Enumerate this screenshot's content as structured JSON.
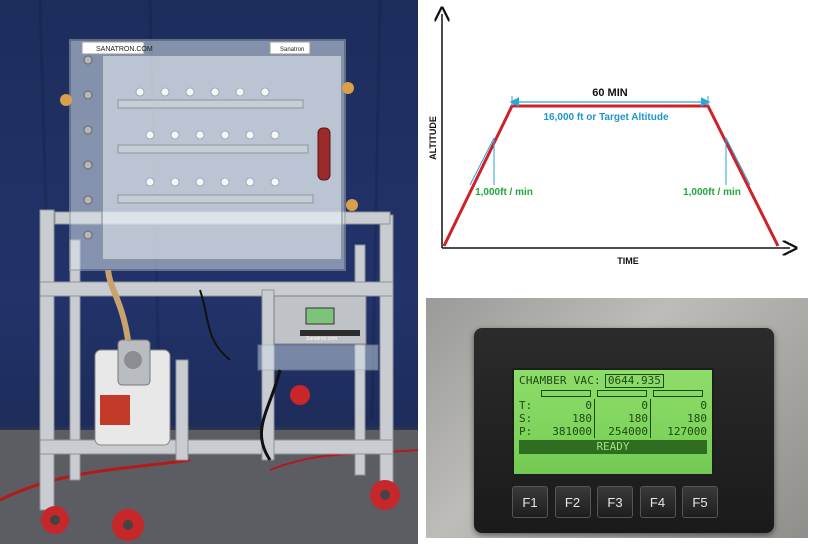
{
  "chamber_photo": {
    "front_label": "SANATRON.COM",
    "side_label": "Sanatron",
    "unit_label": "Sanatron.com"
  },
  "altitude_profile": {
    "x_axis_label": "TIME",
    "y_axis_label": "ALTITUDE",
    "hold_duration_label": "60 MIN",
    "plateau_label": "16,000 ft or Target Altitude",
    "ascent_rate_label": "1,000ft / min",
    "descent_rate_label": "1,000ft / min",
    "colors": {
      "profile_line": "#d0202a",
      "dimension_line": "#2aa6d8",
      "rate_text": "#22a83a",
      "plateau_text": "#1f95cf"
    }
  },
  "controller": {
    "title": "CHAMBER VAC:",
    "vac_value": "0644.935",
    "rows": [
      {
        "label": "T:",
        "values": [
          "0",
          "0",
          "0"
        ]
      },
      {
        "label": "S:",
        "values": [
          "180",
          "180",
          "180"
        ]
      },
      {
        "label": "P:",
        "values": [
          "381000",
          "254000",
          "127000"
        ]
      }
    ],
    "status": "READY",
    "function_keys": [
      "F1",
      "F2",
      "F3",
      "F4",
      "F5"
    ]
  }
}
